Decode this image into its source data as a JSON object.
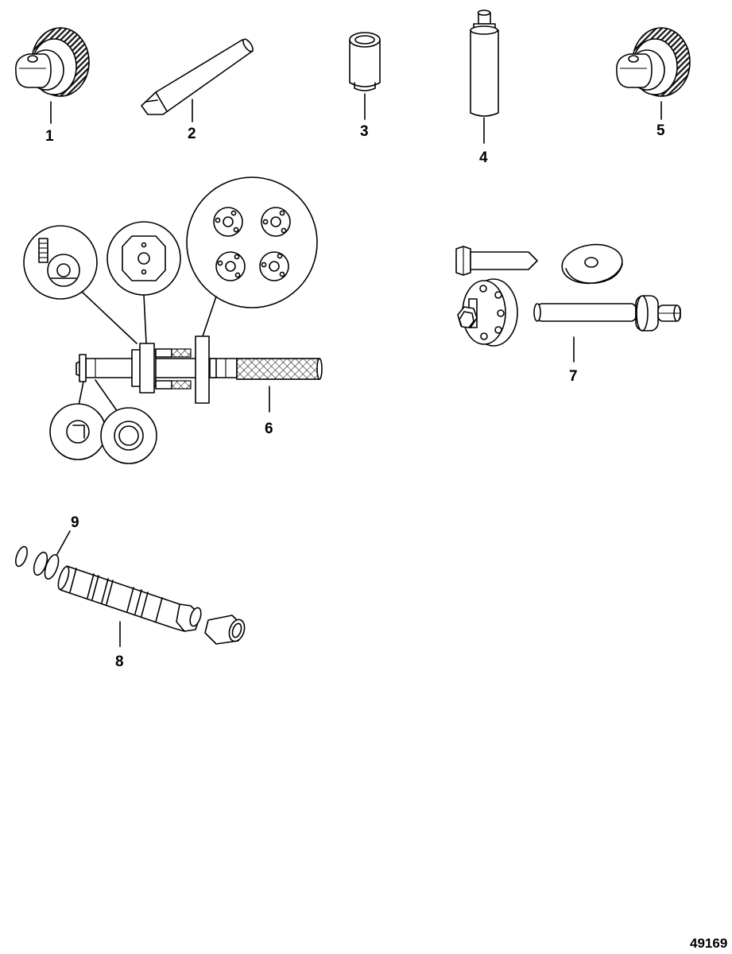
{
  "figure": {
    "figure_number": "49169"
  },
  "callouts": [
    {
      "id": "1",
      "label": "1"
    },
    {
      "id": "2",
      "label": "2"
    },
    {
      "id": "3",
      "label": "3"
    },
    {
      "id": "4",
      "label": "4"
    },
    {
      "id": "5",
      "label": "5"
    },
    {
      "id": "6",
      "label": "6"
    },
    {
      "id": "7",
      "label": "7"
    },
    {
      "id": "8",
      "label": "8"
    },
    {
      "id": "9",
      "label": "9"
    }
  ],
  "colors": {
    "line": "#000000",
    "background": "#ffffff",
    "knurl": "#111111"
  },
  "icons": [
    "knurled-knob-icon",
    "pointed-pin-icon",
    "bushing-sleeve-icon",
    "stepped-pin-icon",
    "puller-shaft-icon",
    "bolt-washer-plate-icon",
    "threaded-shaft-icon",
    "o-ring-icon"
  ]
}
